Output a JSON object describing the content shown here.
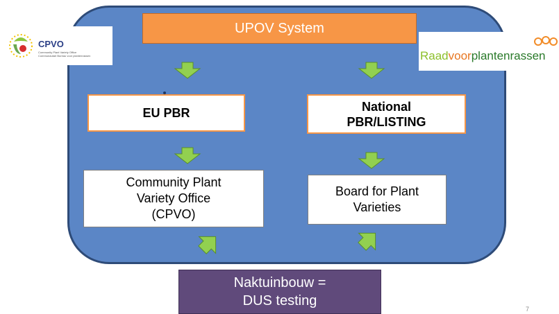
{
  "title": "UPOV System",
  "left": {
    "top_box": "EU PBR",
    "bottom_box": [
      "Community Plant",
      "Variety Office",
      "(CPVO)"
    ]
  },
  "right": {
    "top_box": [
      "National",
      "PBR/LISTING"
    ],
    "bottom_box": [
      "Board for Plant",
      "Varieties"
    ]
  },
  "testing_box": [
    "Naktuinbouw =",
    "DUS testing"
  ],
  "logos": {
    "cpvo_name": "CPVO",
    "cpvo_subtitle": "Community Plant Variety Office",
    "cpvo_subtitle_nl": "Communautair Bureau voor plantenrassen",
    "raad_prefix": "Raad",
    "raad_middle": "voor",
    "raad_suffix": "plantenrassen"
  },
  "page_number": "7",
  "colors": {
    "background_panel": "#5b86c6",
    "title_box": "#f79646",
    "arrow": "#92d050",
    "testing_box": "#604a7b"
  }
}
